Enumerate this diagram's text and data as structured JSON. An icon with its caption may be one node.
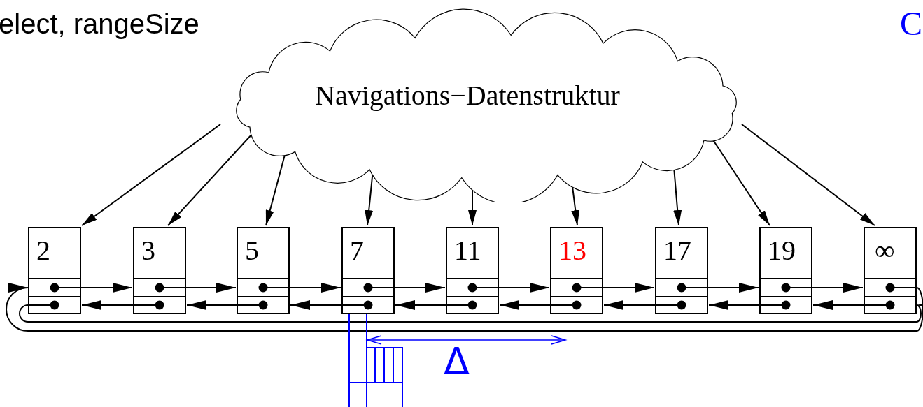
{
  "diagram": {
    "nodes": [
      {
        "text": [
          "Navigations−Datenstruktur"
        ]
      },
      {
        "text": [
          "2"
        ]
      },
      {
        "text": [
          "3"
        ]
      },
      {
        "text": [
          "5"
        ]
      },
      {
        "text": [
          "7"
        ]
      },
      {
        "text": [
          "11"
        ]
      },
      {
        "text": [
          "13"
        ]
      },
      {
        "text": [
          "17"
        ]
      },
      {
        "text": [
          "19"
        ]
      },
      {
        "text": [
          "∞"
        ]
      }
    ],
    "edges": [
      {
        "from": 0,
        "to": 1,
        "arrow": "to"
      },
      {
        "from": 0,
        "to": 2,
        "arrow": "to"
      },
      {
        "from": 0,
        "to": 3,
        "arrow": "to"
      },
      {
        "from": 0,
        "to": 4,
        "arrow": "to"
      },
      {
        "from": 0,
        "to": 5,
        "arrow": "to"
      },
      {
        "from": 0,
        "to": 6,
        "arrow": "to"
      },
      {
        "from": 0,
        "to": 7,
        "arrow": "to"
      },
      {
        "from": 0,
        "to": 8,
        "arrow": "to"
      },
      {
        "from": 0,
        "to": 9,
        "arrow": "to"
      },
      {
        "from": 1,
        "to": 2,
        "arrow": "to"
      },
      {
        "from": 2,
        "to": 3,
        "arrow": "to"
      },
      {
        "from": 3,
        "to": 4,
        "arrow": "to"
      },
      {
        "from": 4,
        "to": 5,
        "arrow": "to"
      },
      {
        "from": 5,
        "to": 6,
        "arrow": "to"
      },
      {
        "from": 6,
        "to": 7,
        "arrow": "to"
      },
      {
        "from": 7,
        "to": 8,
        "arrow": "to"
      },
      {
        "from": 8,
        "to": 9,
        "arrow": "to"
      },
      {
        "from": 2,
        "to": 1,
        "arrow": "to"
      },
      {
        "from": 3,
        "to": 2,
        "arrow": "to"
      },
      {
        "from": 4,
        "to": 3,
        "arrow": "to"
      },
      {
        "from": 5,
        "to": 4,
        "arrow": "to"
      },
      {
        "from": 6,
        "to": 5,
        "arrow": "to"
      },
      {
        "from": 7,
        "to": 6,
        "arrow": "to"
      },
      {
        "from": 8,
        "to": 7,
        "arrow": "to"
      },
      {
        "from": 9,
        "to": 8,
        "arrow": "to"
      },
      {
        "from": 9,
        "to": 1,
        "arrow": "to"
      },
      {
        "from": 1,
        "to": 9,
        "arrow": "to"
      }
    ],
    "labels": [
      "elect, rangeSize",
      "C",
      "Δ"
    ]
  }
}
